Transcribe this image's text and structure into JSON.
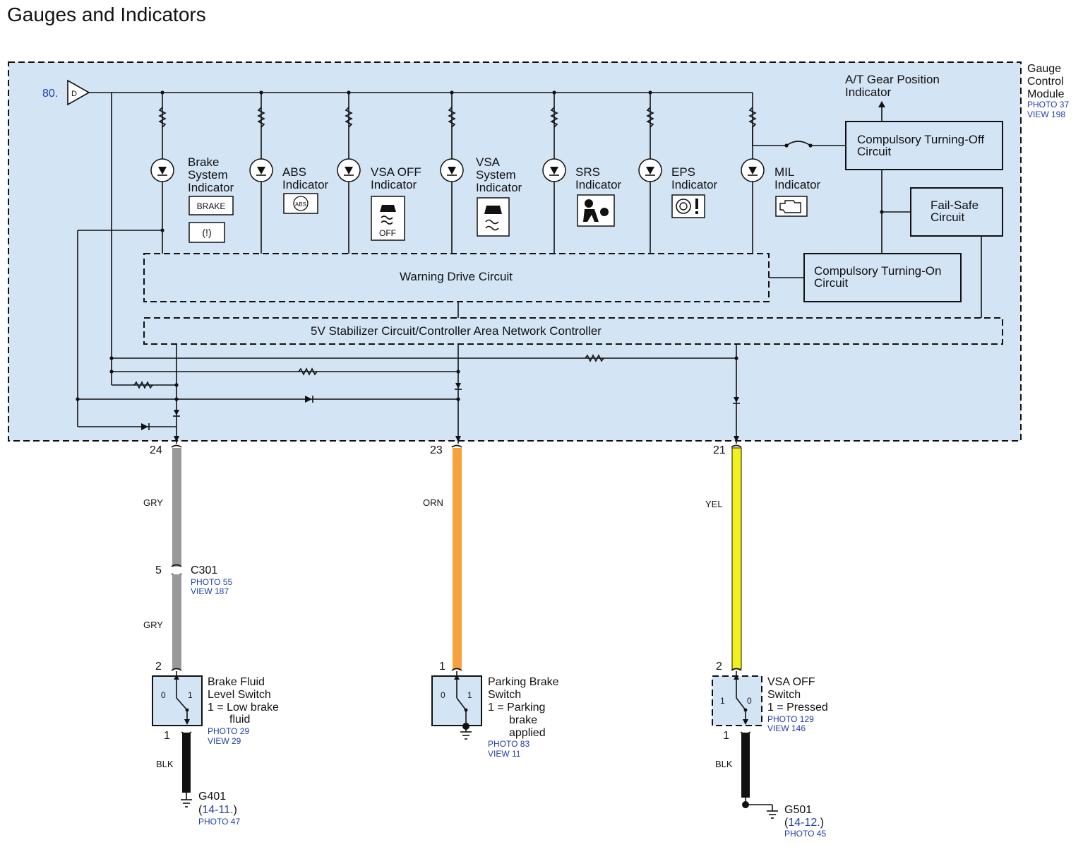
{
  "title": "Gauges and Indicators",
  "module": {
    "label": [
      "Gauge",
      "Control",
      "Module"
    ],
    "photo": "PHOTO 37",
    "view": "VIEW 198",
    "supply_ref": "80.",
    "supply_letter": "D"
  },
  "indicators": [
    {
      "label": [
        "Brake",
        "System",
        "Indicator"
      ],
      "icon_text": "BRAKE",
      "icon2_text": "(!)"
    },
    {
      "label": [
        "ABS",
        "Indicator"
      ],
      "icon_text": "ABS"
    },
    {
      "label": [
        "VSA OFF",
        "Indicator"
      ],
      "icon_text": "OFF"
    },
    {
      "label": [
        "VSA",
        "System",
        "Indicator"
      ]
    },
    {
      "label": [
        "SRS",
        "Indicator"
      ]
    },
    {
      "label": [
        "EPS",
        "Indicator"
      ]
    },
    {
      "label": [
        "MIL",
        "Indicator"
      ]
    }
  ],
  "blocks": {
    "warning_drive": "Warning Drive Circuit",
    "stabilizer": "5V Stabilizer Circuit/Controller Area Network Controller",
    "turn_off": [
      "Compulsory Turning-Off",
      "Circuit"
    ],
    "turn_on": [
      "Compulsory Turning-On",
      "Circuit"
    ],
    "fail_safe": [
      "Fail-Safe",
      "Circuit"
    ],
    "at_gear": [
      "A/T Gear Position",
      "Indicator"
    ]
  },
  "circuits": [
    {
      "terminal": "24",
      "wire_color_name": "GRY",
      "wire_color_hex": "#999999",
      "connector": {
        "pin": "5",
        "name": "C301",
        "photo": "PHOTO 55",
        "view": "VIEW 187"
      },
      "lower_wire": "GRY",
      "switch_top_pin": "2",
      "switch": {
        "label": [
          "Brake Fluid",
          "Level Switch",
          "1 = Low brake",
          "fluid"
        ],
        "photo": "PHOTO 29",
        "view": "VIEW 29",
        "pos0": "0",
        "pos1": "1"
      },
      "switch_bottom_pin": "1",
      "ground_wire": "BLK",
      "ground": {
        "name": "G401",
        "ref_open": "(",
        "ref": "14-11.",
        "ref_close": ")",
        "photo": "PHOTO 47"
      }
    },
    {
      "terminal": "23",
      "wire_color_name": "ORN",
      "wire_color_hex": "#f7a03c",
      "switch_top_pin": "1",
      "switch": {
        "label": [
          "Parking Brake",
          "Switch",
          "1 = Parking",
          "brake",
          "applied"
        ],
        "photo": "PHOTO 83",
        "view": "VIEW 11",
        "pos0": "0",
        "pos1": "1"
      }
    },
    {
      "terminal": "21",
      "wire_color_name": "YEL",
      "wire_color_hex": "#f2f21a",
      "switch_top_pin": "2",
      "switch": {
        "label": [
          "VSA OFF",
          "Switch",
          "1 = Pressed"
        ],
        "photo": "PHOTO 129",
        "view": "VIEW 146",
        "pos0": "0",
        "pos1": "1"
      },
      "switch_bottom_pin": "1",
      "ground_wire": "BLK",
      "ground": {
        "name": "G501",
        "ref_open": "(",
        "ref": "14-12.",
        "ref_close": ")",
        "photo": "PHOTO 45"
      }
    }
  ]
}
